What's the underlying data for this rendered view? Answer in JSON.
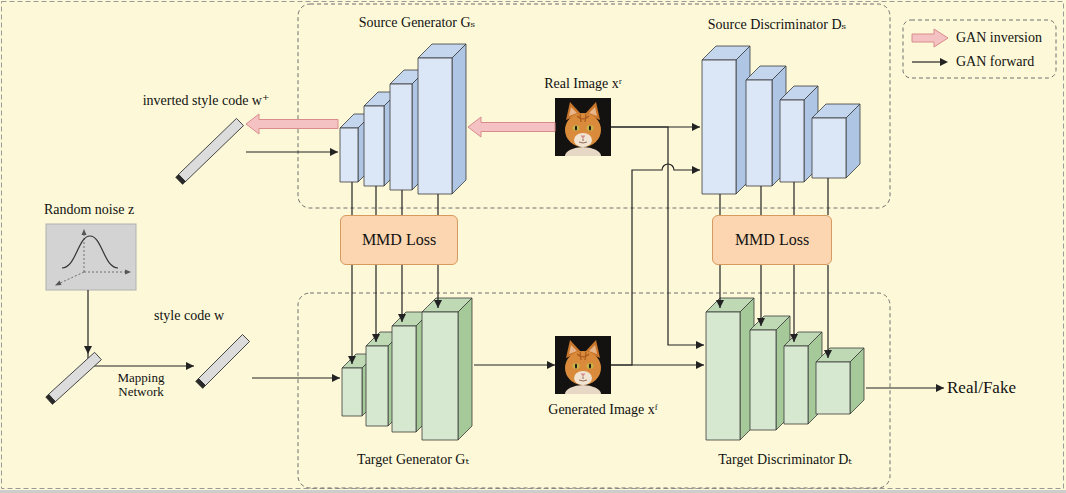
{
  "diagram": {
    "nodes": [
      {
        "text": [
          "Source Generator Gₛ"
        ]
      },
      {
        "text": [
          "Real Image xʳ"
        ]
      },
      {
        "text": [
          "Source Discriminator Dₛ"
        ]
      },
      {
        "text": [
          "inverted style code w⁺"
        ]
      },
      {
        "text": [
          "Random noise z"
        ]
      },
      {
        "text": [
          "MMD Loss"
        ]
      },
      {
        "text": [
          "MMD Loss"
        ]
      },
      {
        "text": [
          "style code w"
        ]
      },
      {
        "text": [
          "Target Generator Gₜ"
        ]
      },
      {
        "text": [
          "Generated Image xᶠ"
        ]
      },
      {
        "text": [
          "Target Discriminator Dₜ"
        ]
      },
      {
        "text": [
          "Real/Fake"
        ]
      }
    ],
    "edges": [
      {
        "from": 0,
        "to": 3,
        "arrow": "to"
      },
      {
        "from": 3,
        "to": 0,
        "arrow": "to"
      },
      {
        "from": 1,
        "to": 0,
        "arrow": "to"
      },
      {
        "from": 1,
        "to": 2,
        "arrow": "to"
      },
      {
        "from": 0,
        "to": 5,
        "arrow": "none"
      },
      {
        "from": 5,
        "to": 8,
        "arrow": "to"
      },
      {
        "from": 2,
        "to": 6,
        "arrow": "none"
      },
      {
        "from": 6,
        "to": 10,
        "arrow": "to"
      },
      {
        "from": 4,
        "to": 7,
        "label": "Mapping Network",
        "arrow": "to"
      },
      {
        "from": 7,
        "to": 8,
        "arrow": "to"
      },
      {
        "from": 8,
        "to": 9,
        "arrow": "to"
      },
      {
        "from": 1,
        "to": 10,
        "arrow": "to"
      },
      {
        "from": 9,
        "to": 2,
        "arrow": "to"
      },
      {
        "from": 9,
        "to": 10,
        "arrow": "to"
      },
      {
        "from": 10,
        "to": 11,
        "arrow": "to"
      }
    ],
    "legend": [
      {
        "text": "GAN inversion"
      },
      {
        "text": "GAN forward"
      }
    ]
  }
}
